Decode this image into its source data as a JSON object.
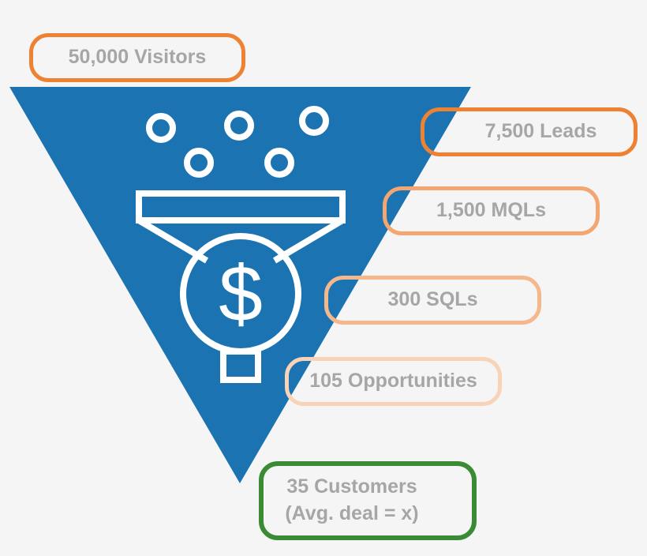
{
  "colors": {
    "funnel": "#1b74b1",
    "icon": "#ffffff",
    "text": "#a6a6a6",
    "background": "#f5f5f6"
  },
  "stages": [
    {
      "label": "50,000 Visitors",
      "border": "#ee8233"
    },
    {
      "label": "7,500 Leads",
      "border": "#ee8233"
    },
    {
      "label": "1,500 MQLs",
      "border": "#f3a672"
    },
    {
      "label": "300 SQLs",
      "border": "#f5b88c"
    },
    {
      "label": "105 Opportunities",
      "border": "#f8d3b8"
    },
    {
      "label": "35 Customers",
      "sublabel": "(Avg. deal = x)",
      "border": "#3b8a36"
    }
  ]
}
